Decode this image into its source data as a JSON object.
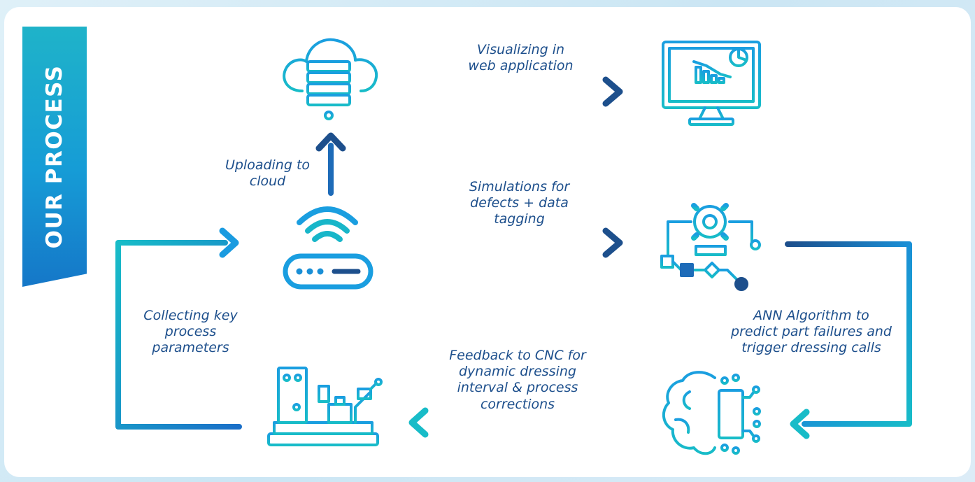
{
  "banner": {
    "title": "OUR PROCESS"
  },
  "labels": {
    "visualizing": [
      "Visualizing in",
      "web application"
    ],
    "uploading": [
      "Uploading to",
      "cloud"
    ],
    "simulations": [
      "Simulations for",
      "defects + data",
      "tagging"
    ],
    "collecting": [
      "Collecting key",
      "process",
      "parameters"
    ],
    "ann": [
      "ANN Algorithm to",
      "predict part failures and",
      "trigger dressing calls"
    ],
    "feedback": [
      "Feedback to CNC for",
      "dynamic dressing",
      "interval & process",
      "corrections"
    ]
  },
  "nodes": [
    "cloud-server-icon",
    "router-icon",
    "monitor-dashboard-icon",
    "gear-flowchart-icon",
    "cnc-machine-icon",
    "ai-brain-icon"
  ],
  "colors": {
    "cyan": "#17b6c9",
    "blue": "#1a9be0",
    "navy": "#1d4f8c",
    "banner": "#169cd6",
    "background": "#d6ebf5"
  }
}
